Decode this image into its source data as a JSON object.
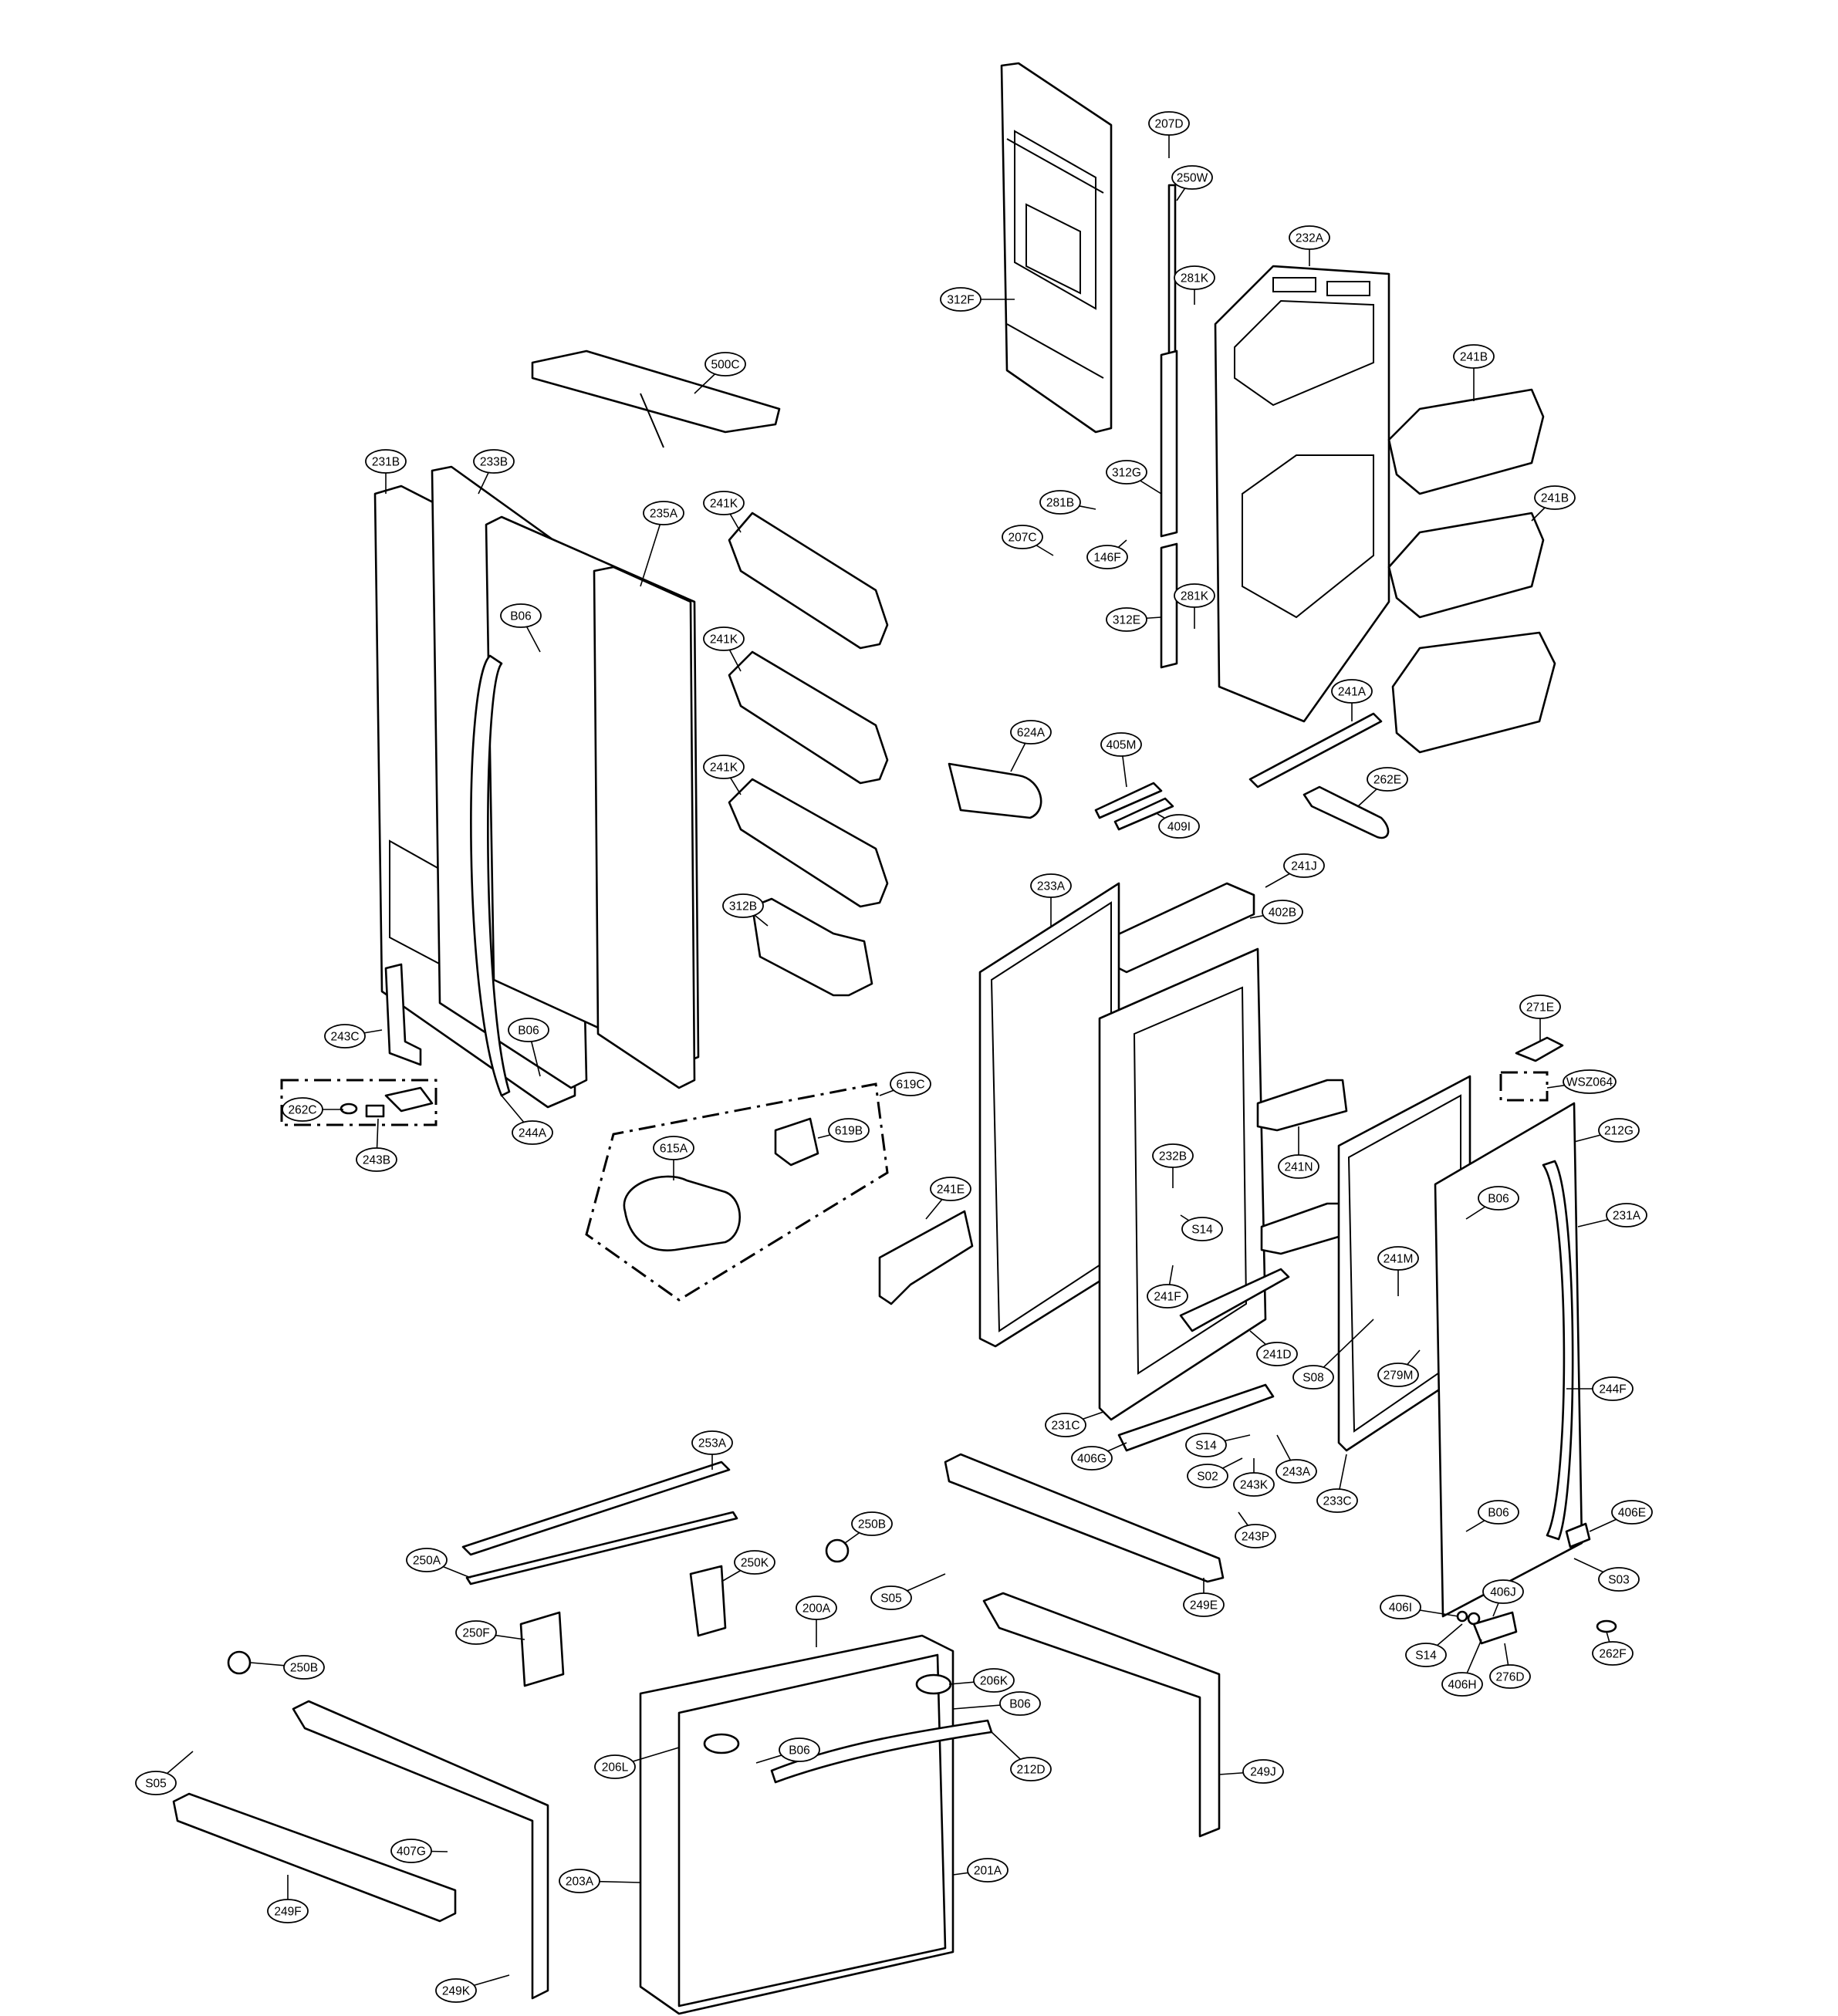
{
  "callouts": [
    {
      "id": "207D",
      "label": "207D"
    },
    {
      "id": "250W",
      "label": "250W"
    },
    {
      "id": "232A",
      "label": "232A"
    },
    {
      "id": "312F",
      "label": "312F"
    },
    {
      "id": "281K-top",
      "label": "281K"
    },
    {
      "id": "500C",
      "label": "500C"
    },
    {
      "id": "241B-top",
      "label": "241B"
    },
    {
      "id": "231B",
      "label": "231B"
    },
    {
      "id": "233B",
      "label": "233B"
    },
    {
      "id": "312G",
      "label": "312G"
    },
    {
      "id": "281B",
      "label": "281B"
    },
    {
      "id": "241B-mid",
      "label": "241B"
    },
    {
      "id": "241K-top",
      "label": "241K"
    },
    {
      "id": "235A",
      "label": "235A"
    },
    {
      "id": "207C",
      "label": "207C"
    },
    {
      "id": "146F",
      "label": "146F"
    },
    {
      "id": "281K-bot",
      "label": "281K"
    },
    {
      "id": "B06-door-top",
      "label": "B06"
    },
    {
      "id": "312E",
      "label": "312E"
    },
    {
      "id": "241K-mid",
      "label": "241K"
    },
    {
      "id": "241A",
      "label": "241A"
    },
    {
      "id": "624A",
      "label": "624A"
    },
    {
      "id": "405M",
      "label": "405M"
    },
    {
      "id": "241K-bot",
      "label": "241K"
    },
    {
      "id": "262E",
      "label": "262E"
    },
    {
      "id": "409I",
      "label": "409I"
    },
    {
      "id": "241J",
      "label": "241J"
    },
    {
      "id": "233A",
      "label": "233A"
    },
    {
      "id": "402B",
      "label": "402B"
    },
    {
      "id": "312B",
      "label": "312B"
    },
    {
      "id": "271E",
      "label": "271E"
    },
    {
      "id": "243C",
      "label": "243C"
    },
    {
      "id": "B06-door-bot",
      "label": "B06"
    },
    {
      "id": "619C",
      "label": "619C"
    },
    {
      "id": "WSZ064",
      "label": "WSZ064"
    },
    {
      "id": "262C",
      "label": "262C"
    },
    {
      "id": "244A",
      "label": "244A"
    },
    {
      "id": "619B",
      "label": "619B"
    },
    {
      "id": "212G",
      "label": "212G"
    },
    {
      "id": "243B",
      "label": "243B"
    },
    {
      "id": "615A",
      "label": "615A"
    },
    {
      "id": "232B",
      "label": "232B"
    },
    {
      "id": "241E",
      "label": "241E"
    },
    {
      "id": "241N",
      "label": "241N"
    },
    {
      "id": "B06-right-top",
      "label": "B06"
    },
    {
      "id": "231A",
      "label": "231A"
    },
    {
      "id": "S14-mid",
      "label": "S14"
    },
    {
      "id": "241M",
      "label": "241M"
    },
    {
      "id": "241F",
      "label": "241F"
    },
    {
      "id": "241D",
      "label": "241D"
    },
    {
      "id": "S08",
      "label": "S08"
    },
    {
      "id": "279M",
      "label": "279M"
    },
    {
      "id": "244F",
      "label": "244F"
    },
    {
      "id": "231C",
      "label": "231C"
    },
    {
      "id": "S14-low",
      "label": "S14"
    },
    {
      "id": "406G",
      "label": "406G"
    },
    {
      "id": "S02",
      "label": "S02"
    },
    {
      "id": "243A",
      "label": "243A"
    },
    {
      "id": "243K",
      "label": "243K"
    },
    {
      "id": "233C",
      "label": "233C"
    },
    {
      "id": "253A",
      "label": "253A"
    },
    {
      "id": "B06-right-bot",
      "label": "B06"
    },
    {
      "id": "406E",
      "label": "406E"
    },
    {
      "id": "243P",
      "label": "243P"
    },
    {
      "id": "250B-top",
      "label": "250B"
    },
    {
      "id": "250A",
      "label": "250A"
    },
    {
      "id": "250K",
      "label": "250K"
    },
    {
      "id": "S03",
      "label": "S03"
    },
    {
      "id": "S05-mid",
      "label": "S05"
    },
    {
      "id": "249E",
      "label": "249E"
    },
    {
      "id": "406J",
      "label": "406J"
    },
    {
      "id": "200A",
      "label": "200A"
    },
    {
      "id": "406I",
      "label": "406I"
    },
    {
      "id": "250F",
      "label": "250F"
    },
    {
      "id": "262F",
      "label": "262F"
    },
    {
      "id": "S14-right",
      "label": "S14"
    },
    {
      "id": "250B-low",
      "label": "250B"
    },
    {
      "id": "406H",
      "label": "406H"
    },
    {
      "id": "276D",
      "label": "276D"
    },
    {
      "id": "206K",
      "label": "206K"
    },
    {
      "id": "B06-drawer-right",
      "label": "B06"
    },
    {
      "id": "B06-drawer-left",
      "label": "B06"
    },
    {
      "id": "S05-left",
      "label": "S05"
    },
    {
      "id": "206L",
      "label": "206L"
    },
    {
      "id": "212D",
      "label": "212D"
    },
    {
      "id": "249J",
      "label": "249J"
    },
    {
      "id": "407G",
      "label": "407G"
    },
    {
      "id": "203A",
      "label": "203A"
    },
    {
      "id": "201A",
      "label": "201A"
    },
    {
      "id": "249F",
      "label": "249F"
    },
    {
      "id": "249K",
      "label": "249K"
    }
  ]
}
